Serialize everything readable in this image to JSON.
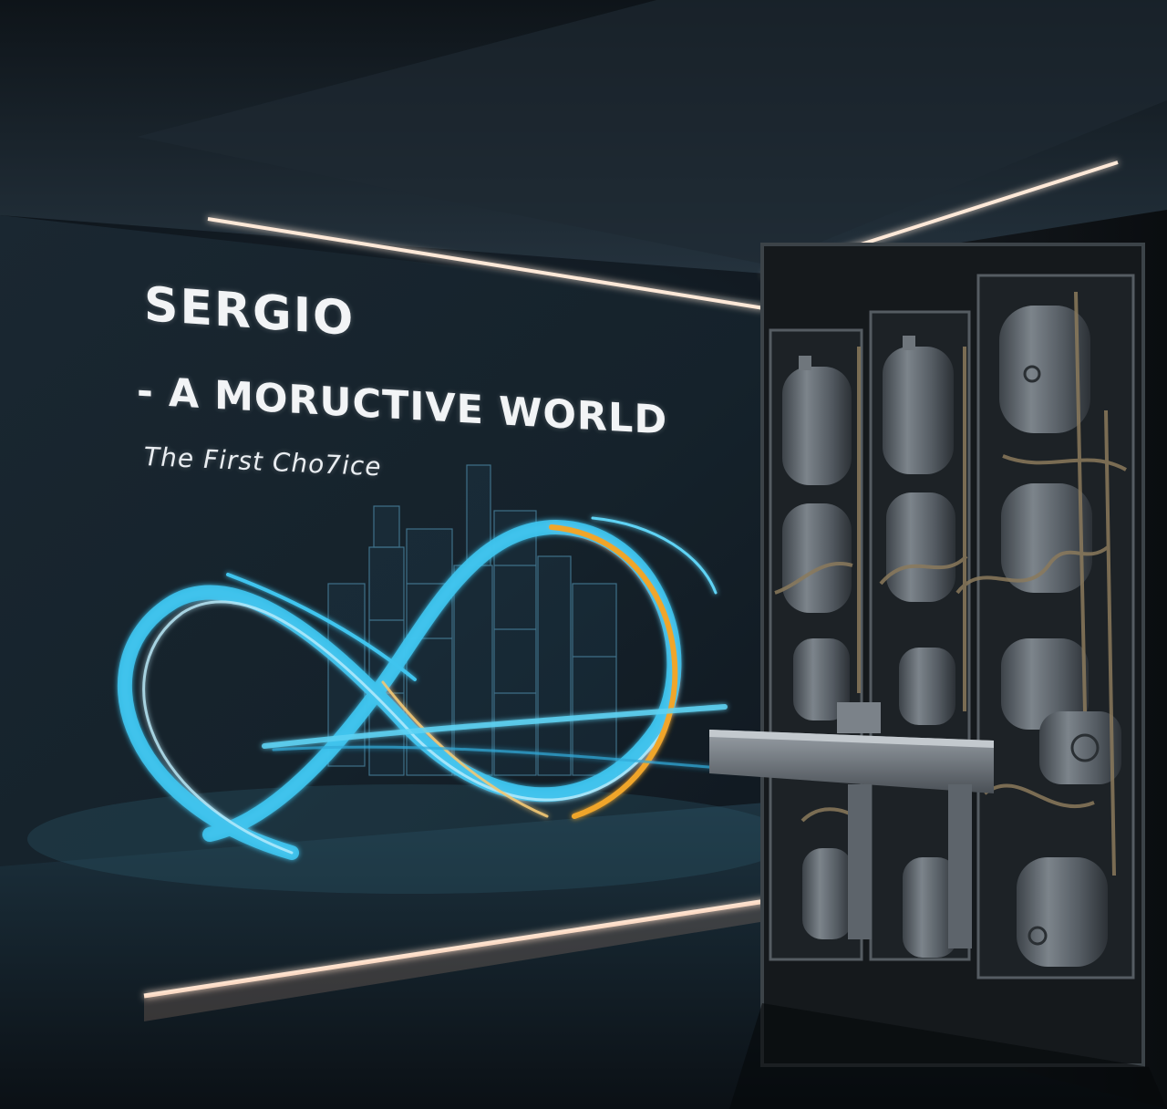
{
  "wall": {
    "title": "SERGIO",
    "subtitle": "- A MORUCTIVE WORLD",
    "tagline": "The First Cho7ice"
  },
  "colors": {
    "wall": "#14202a",
    "ribbon_cyan": "#3fc4ee",
    "ribbon_gold": "#f0a52a",
    "led_strip": "#ffe9d8",
    "cabinet": "#1d2226",
    "tank": "#5d646b"
  }
}
